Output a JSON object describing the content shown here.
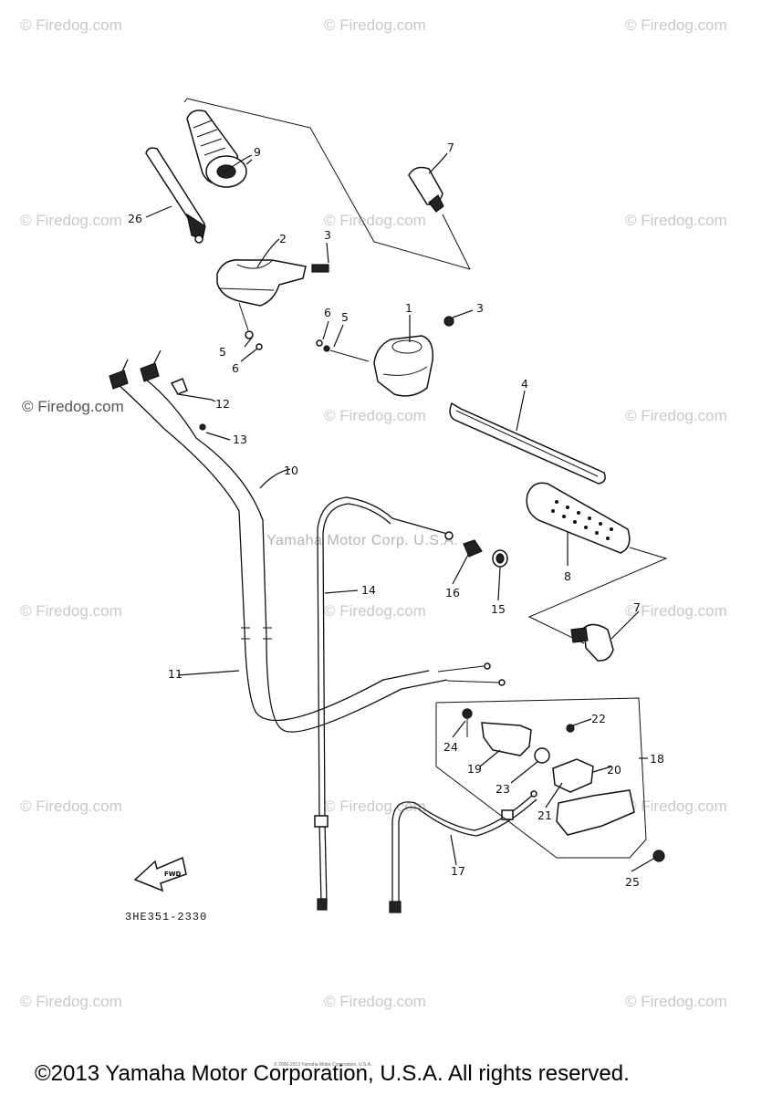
{
  "watermark": {
    "text": "© Firedog.com",
    "center_text": "Yamaha Motor Corp. U.S.A."
  },
  "labels": {
    "p1": "1",
    "p2": "2",
    "p3a": "3",
    "p3b": "3",
    "p4": "4",
    "p5a": "5",
    "p5b": "5",
    "p6a": "6",
    "p6b": "6",
    "p7a": "7",
    "p7b": "7",
    "p8": "8",
    "p9": "9",
    "p10": "10",
    "p11": "11",
    "p12": "12",
    "p13": "13",
    "p14": "14",
    "p15": "15",
    "p16": "16",
    "p17": "17",
    "p18": "18",
    "p19": "19",
    "p20": "20",
    "p21": "21",
    "p22": "22",
    "p23": "23",
    "p24": "24",
    "p25": "25",
    "p26": "26"
  },
  "fwd_label": "FWD",
  "part_number": "3HE351-2330",
  "tiny_notice": "© 2006-2013 Yamaha Motor Corporation, U.S.A.",
  "copyright": "©2013 Yamaha Motor Corporation, U.S.A. All rights reserved."
}
